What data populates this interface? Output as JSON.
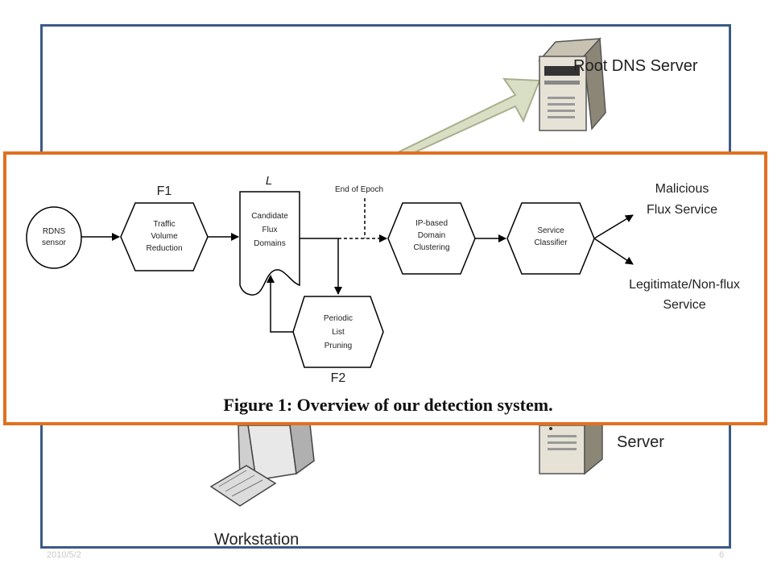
{
  "background": {
    "root_dns_label": "Root DNS Server",
    "server_label": "Server",
    "workstation_label": "Workstation"
  },
  "diagram": {
    "rdns_sensor": [
      "RDNS",
      "sensor"
    ],
    "f1_label": "F1",
    "traffic_volume_reduction": [
      "Traffic",
      "Volume",
      "Reduction"
    ],
    "l_label": "L",
    "candidate_flux_domains": [
      "Candidate",
      "Flux",
      "Domains"
    ],
    "end_of_epoch": "End of Epoch",
    "ip_based_domain_clustering": [
      "IP-based",
      "Domain",
      "Clustering"
    ],
    "service_classifier": [
      "Service",
      "Classifier"
    ],
    "malicious_flux_service": [
      "Malicious",
      "Flux Service"
    ],
    "legitimate_service": [
      "Legitimate/Non-flux",
      "Service"
    ],
    "periodic_list_pruning": [
      "Periodic",
      "List",
      "Pruning"
    ],
    "f2_label": "F2",
    "caption": "Figure 1: Overview of our detection system."
  },
  "footer": {
    "date": "2010/5/2",
    "page": "6"
  },
  "colors": {
    "frame_blue": "#3c5a85",
    "overlay_orange": "#e07020",
    "arrow_green": "#d9dfc4"
  }
}
